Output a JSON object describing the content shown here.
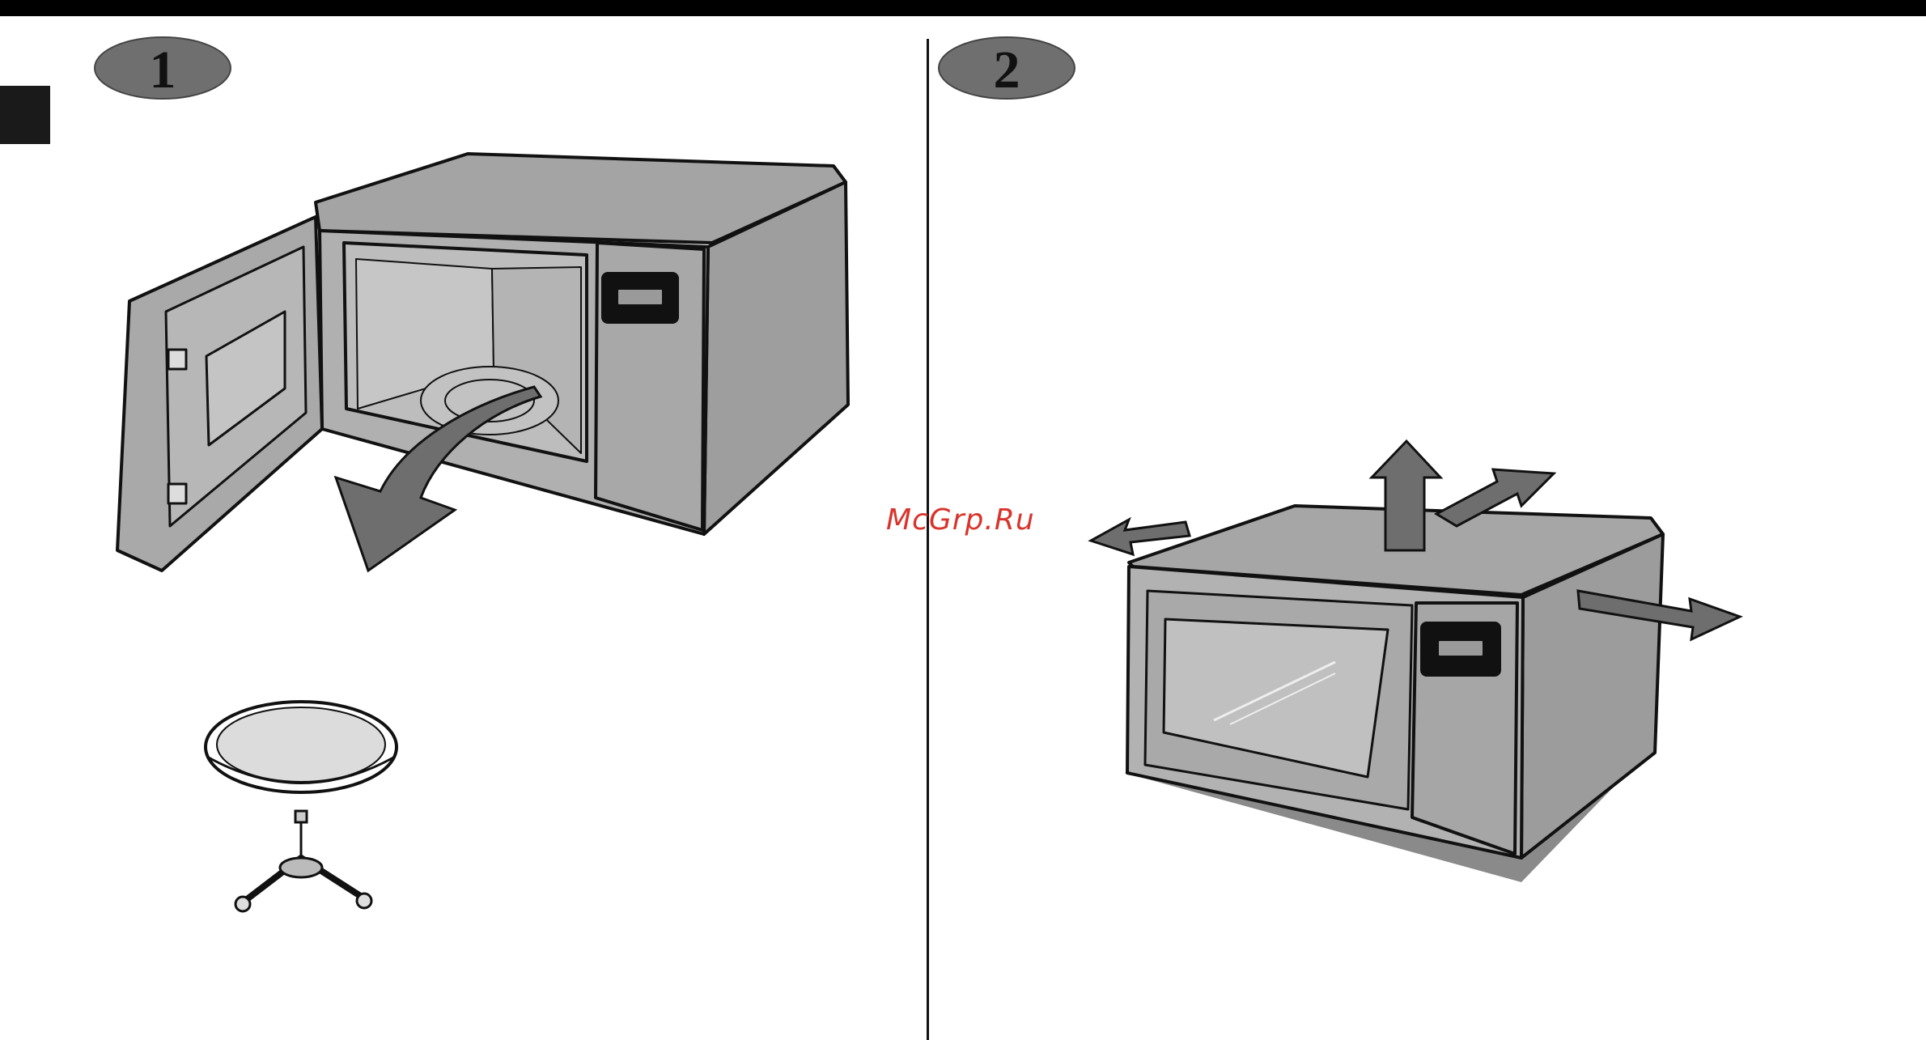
{
  "steps": [
    {
      "number": "1"
    },
    {
      "number": "2"
    }
  ],
  "watermark": {
    "text": "McGrp.Ru"
  },
  "colors": {
    "appliance_fill": "#aaaaaa",
    "appliance_dark": "#7a7a7a",
    "arrow_fill": "#707070",
    "outline": "#111111",
    "watermark": "#d9342b"
  },
  "illustrations": {
    "step1": [
      "microwave-door-open",
      "turntable-removal-arrow",
      "glass-tray",
      "roller-ring"
    ],
    "step2": [
      "microwave-closed",
      "ventilation-clearance-arrows"
    ]
  }
}
